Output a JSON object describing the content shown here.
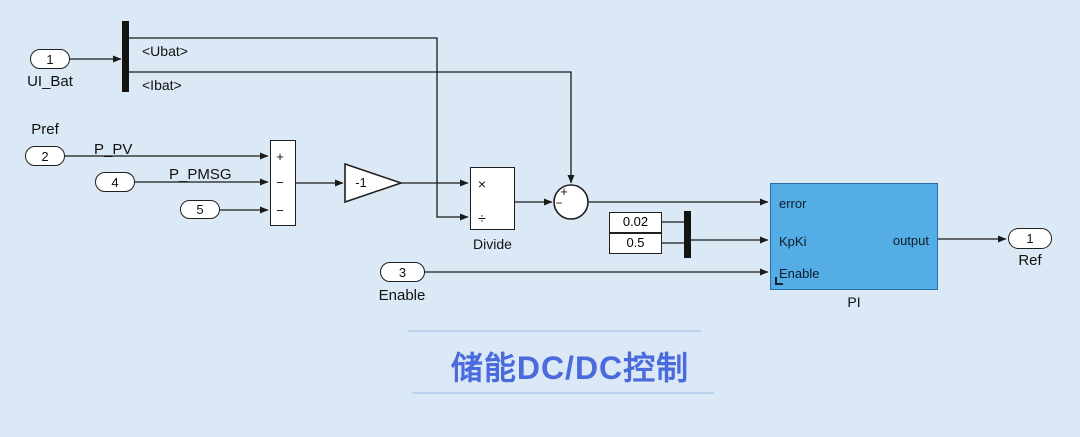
{
  "colors": {
    "background": "#dbe8f5",
    "line": "#1a1a1a",
    "block-border": "#1f1f1f",
    "block-fill": "#ffffff",
    "subsystem-fill": "#54ade4",
    "subsystem-border": "#2a6ca6",
    "title": "#4a6ade",
    "title-line": "#b9d3ee"
  },
  "ports": {
    "in1": {
      "number": "1",
      "name": "UI_Bat"
    },
    "in2": {
      "number": "2",
      "name": "Pref"
    },
    "in4": {
      "number": "4"
    },
    "in5": {
      "number": "5"
    },
    "in3": {
      "number": "3",
      "name": "Enable"
    },
    "out1": {
      "number": "1",
      "name": "Ref"
    }
  },
  "signals": {
    "ubat": "<Ubat>",
    "ibat": "<Ibat>",
    "p_pv": "P_PV",
    "p_pmsg": "P_PMSG"
  },
  "blocks": {
    "sum": {
      "signs": [
        "+",
        "−",
        "−"
      ]
    },
    "gain": {
      "value": "-1"
    },
    "divide": {
      "name": "Divide",
      "op1": "×",
      "op2": "÷"
    },
    "sum2": {
      "sign_top": "+",
      "sign_left": "−"
    },
    "const1": {
      "value": "0.02"
    },
    "const2": {
      "value": "0.5"
    },
    "pi": {
      "name": "PI",
      "in1": "error",
      "in2": "KpKi",
      "in3": "Enable",
      "out": "output"
    }
  },
  "annotation": {
    "title": "储能DC/DC控制"
  }
}
